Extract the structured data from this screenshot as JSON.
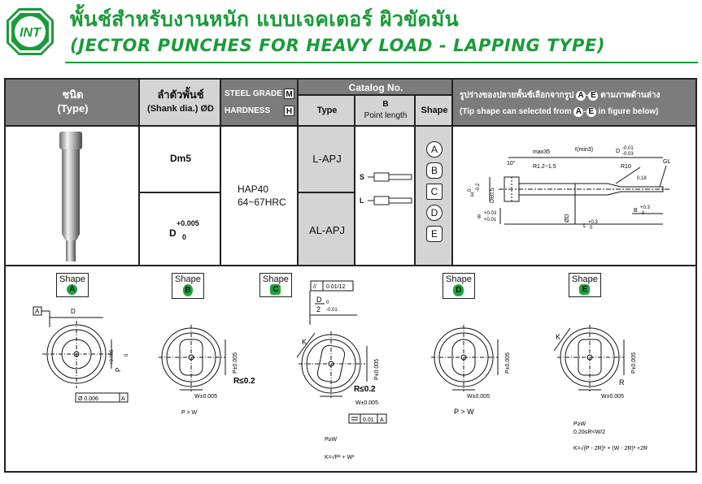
{
  "header": {
    "logo_text": "INT",
    "title_th": "พั้นช์สำหรับงานหนัก แบบเจคเตอร์ ผิวขัดมัน",
    "title_en": "(JECTOR PUNCHES FOR HEAVY LOAD - LAPPING TYPE)"
  },
  "colors": {
    "brand_green": "#1a9b3a",
    "header_gray": "#7c7c7c",
    "light_gray": "#d4d4d4"
  },
  "table": {
    "col_type_th": "ชนิด",
    "col_type_en": "(Type)",
    "col_shank_th": "ลำตัวพั้นช์",
    "col_shank_en": "(Shank dia.) ØD",
    "steel_grade": "STEEL GRADE",
    "steel_grade_key": "M",
    "hardness": "HARDNESS",
    "hardness_key": "H",
    "catalog_no": "Catalog No.",
    "col_type2": "Type",
    "col_b": "B",
    "col_b_sub": "Point length",
    "col_shape": "Shape",
    "tip_th": "รูปร่างของปลายพั้นช์เลือกจากรูป",
    "tip_th_end": "ตามภาพด้านล่าง",
    "tip_en_start": "(Tip shape can selected from",
    "tip_en_end": "in figure below)",
    "tip_from": "A",
    "tip_to": "E",
    "shank_1": "Dm5",
    "shank_2_base": "D",
    "shank_2_upper": "+0.005",
    "shank_2_lower": "0",
    "material": "HAP40",
    "hardness_value": "64~67HRC",
    "type_1": "L-APJ",
    "type_2": "AL-APJ",
    "point_s": "S",
    "point_l": "L",
    "shape_letters": [
      "A",
      "B",
      "C",
      "D",
      "E"
    ]
  },
  "dimension_drawing": {
    "max35": "max35",
    "lmin": "ℓ(min3)",
    "d_tol": "D",
    "d_tol_upper": "-0.01",
    "d_tol_lower": "-0.03",
    "angle": "10°",
    "r12": "R1.2~1.5",
    "r10": "R10",
    "gl": "GL",
    "v018": "0.18",
    "h_label": "H",
    "h_upper": "0",
    "h_lower": "-0.2",
    "dpm": "D±0.5",
    "eight": "8",
    "eight_upper": "+0.03",
    "eight_lower": "+0.01",
    "phid": "ØD",
    "b_label": "B",
    "b_upper": "+0.3",
    "b_lower": "0",
    "l_label": "L",
    "l_upper": "+0.3",
    "l_lower": "0"
  },
  "shapes": {
    "shape_word": "Shape",
    "A": {
      "letter": "A",
      "d": "D",
      "p": "P",
      "p_upper": "+0.005",
      "p_lower": "0",
      "datum": "A",
      "conc": "Ø 0.006",
      "conc_ref": "A"
    },
    "B": {
      "letter": "B",
      "p": "P±0.005",
      "r": "R≤0.2",
      "w": "W±0.005",
      "note": "P > W"
    },
    "C": {
      "letter": "C",
      "par": "//",
      "par_val": "0.01/12",
      "d": "D",
      "d_upper": "0",
      "d_den": "2",
      "d_lower": "-0.01",
      "k": "K",
      "p": "P±0.005",
      "r": "R≤0.2",
      "w": "W±0.005",
      "flat": "0.01",
      "flat_ref": "A",
      "note1": "P≥W",
      "formula": "K=√P² + W²"
    },
    "D": {
      "letter": "D",
      "p": "P±0.005",
      "w": "W±0.005",
      "note": "P > W"
    },
    "E": {
      "letter": "E",
      "k": "K",
      "p": "P±0.005",
      "r": "R",
      "w": "W±0.005",
      "note1": "P≥W",
      "note2": "0.20≤R<W/2",
      "formula": "K=√(P - 2R)² + (W - 2R)² +2R"
    }
  }
}
